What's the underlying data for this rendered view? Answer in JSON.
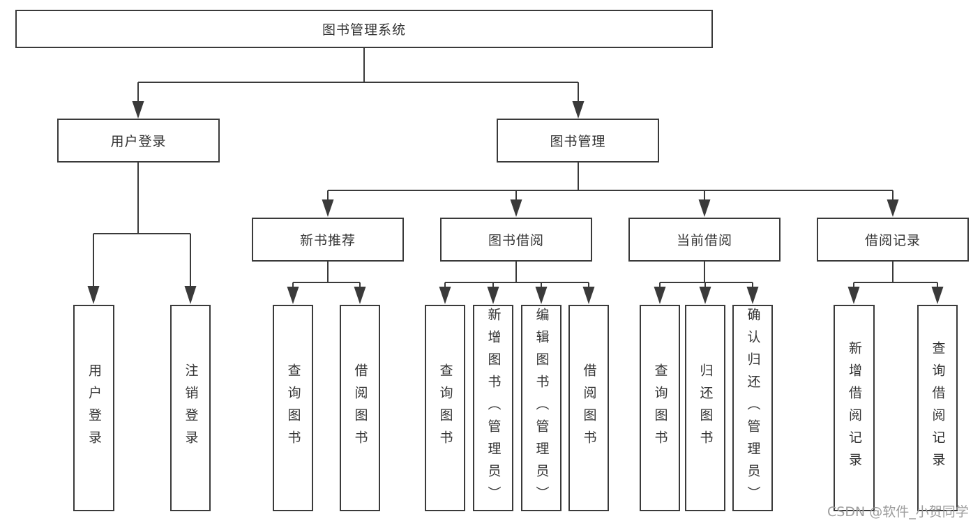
{
  "diagram_title": "图书管理系统",
  "colors": {
    "line": "#3a3a3a",
    "text": "#333333",
    "watermark": "#9c9c9c",
    "background": "#ffffff"
  },
  "nodes": {
    "root": "图书管理系统",
    "level2": [
      "用户登录",
      "图书管理"
    ],
    "level3": [
      "新书推荐",
      "图书借阅",
      "当前借阅",
      "借阅记录"
    ],
    "leaves": [
      "用户登录",
      "注销登录",
      "查询图书",
      "借阅图书",
      "查询图书",
      "新增图书（管理员）",
      "编辑图书（管理员）",
      "借阅图书",
      "查询图书",
      "归还图书",
      "确认归还（管理员）",
      "新增借阅记录",
      "查询借阅记录"
    ]
  },
  "watermark": "CSDN @软件_小贺同学"
}
